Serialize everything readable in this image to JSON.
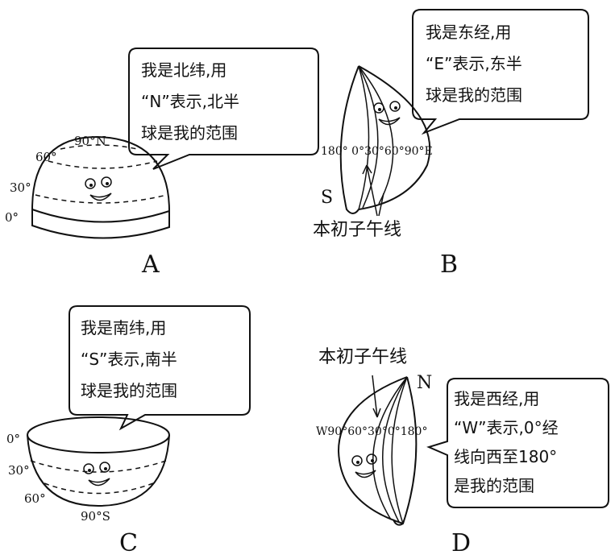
{
  "A": {
    "letter": "A",
    "speech": [
      "我是北纬,用",
      "“N”表示,北半",
      "球是我的范围"
    ],
    "lat_labels": [
      "90°N",
      "60°",
      "30°",
      "0°"
    ]
  },
  "B": {
    "letter": "B",
    "speech": [
      "我是东经,用",
      "“E”表示,东半",
      "球是我的范围"
    ],
    "lon_labels": "180° 0°30°60°90°E",
    "pole": "S",
    "meridian_label": "本初子午线"
  },
  "C": {
    "letter": "C",
    "speech": [
      "我是南纬,用",
      "“S”表示,南半",
      "球是我的范围"
    ],
    "lat_labels": [
      "0°",
      "30°",
      "60°",
      "90°S"
    ]
  },
  "D": {
    "letter": "D",
    "speech": [
      "我是西经,用",
      "“W”表示,0°经",
      "线向西至180°",
      "是我的范围"
    ],
    "lon_labels": "W90°60°30°0°180°",
    "pole": "N",
    "meridian_label": "本初子午线"
  }
}
